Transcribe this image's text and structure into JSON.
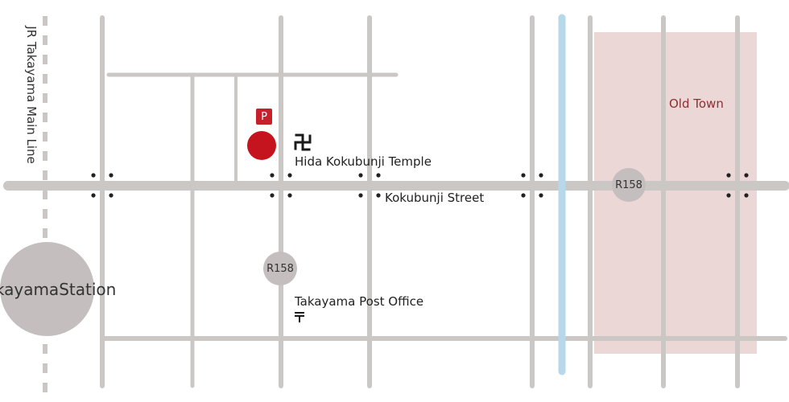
{
  "colors": {
    "road": "#cbc7c5",
    "river": "#b6d8ea",
    "old_town_area": "#e8d3d2",
    "old_town_text": "#8f2e32",
    "station": "#c4bebe",
    "pin": "#c6141e",
    "parking": "#c6202a",
    "signal": "#222222"
  },
  "rail": {
    "label": "JR Takayama Main Line"
  },
  "station": {
    "line1": "Takayama",
    "line2": "Station"
  },
  "old_town": {
    "label": "Old Town"
  },
  "parking": {
    "label": "P",
    "icon": "parking-icon"
  },
  "temple": {
    "label": "Hida Kokubunji Temple",
    "icon": "temple-manji-icon"
  },
  "street": {
    "label": "Kokubunji Street"
  },
  "routes": [
    {
      "label": "R158"
    },
    {
      "label": "R158"
    }
  ],
  "post_office": {
    "label": "Takayama Post Office",
    "icon": "post-office-icon"
  }
}
